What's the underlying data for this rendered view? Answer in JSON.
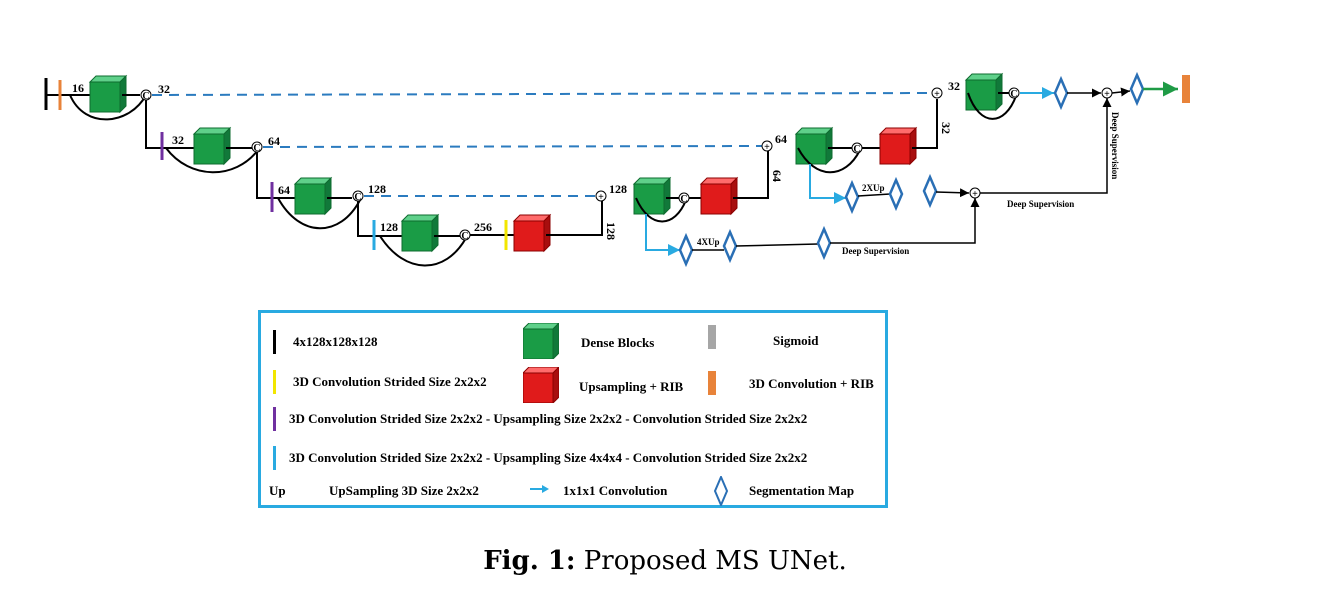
{
  "diagram": {
    "channels": {
      "c16": "16",
      "c32": "32",
      "c64": "64",
      "c128": "128",
      "c256": "256"
    },
    "concat_symbol": "C",
    "sum_symbol": "+",
    "up_labels": {
      "two_x": "2XUp",
      "four_x": "4XUp"
    },
    "deep_supervision": "Deep Supervision",
    "colors": {
      "dense": "#1a9c46",
      "upsample": "#e01b1b",
      "sigmoid": "#a6a6a6",
      "conv_rib": "#e8833a",
      "strided": "#f2e600",
      "purple": "#7030a0",
      "cyan": "#29aae1",
      "skip": "#2b7bbf",
      "seg": "#2a6fb5",
      "output_arrow": "#1f9b46"
    }
  },
  "legend": {
    "items": {
      "input": "4x128x128x128",
      "dense": "Dense Blocks",
      "sigmoid": "Sigmoid",
      "strided": "3D Convolution Strided Size 2x2x2",
      "upsample": "Upsampling + RIB",
      "conv_rib": "3D Convolution + RIB",
      "purple": "3D Convolution Strided Size 2x2x2 - Upsampling Size 2x2x2 - Convolution Strided Size 2x2x2",
      "cyan": "3D Convolution Strided Size 2x2x2 - Upsampling Size 4x4x4 - Convolution Strided Size 2x2x2",
      "up_symbol": "Up",
      "up_text": "UpSampling 3D Size 2x2x2",
      "conv1": "1x1x1 Convolution",
      "segmap": "Segmentation Map"
    }
  },
  "caption": {
    "label": "Fig. 1:",
    "text": "Proposed MS UNet."
  }
}
